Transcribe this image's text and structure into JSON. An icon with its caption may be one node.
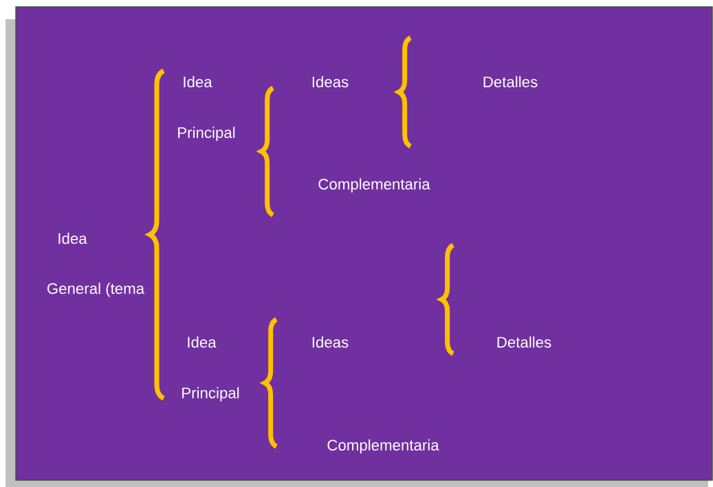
{
  "diagram": {
    "labels": [
      "Idea",
      "Ideas",
      "Detalles",
      "Principal",
      "Complementaria",
      "Idea",
      "General (tema",
      "Idea",
      "Ideas",
      "Detalles",
      "Principal",
      "Complementaria"
    ]
  }
}
